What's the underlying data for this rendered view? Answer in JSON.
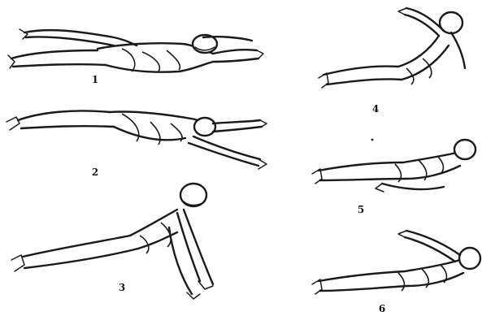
{
  "figures": [
    {
      "id": "1",
      "label": "1"
    },
    {
      "id": "2",
      "label": "2"
    },
    {
      "id": "3",
      "label": "3"
    },
    {
      "id": "4",
      "label": "4"
    },
    {
      "id": "5",
      "label": "5"
    },
    {
      "id": "6",
      "label": "6"
    }
  ]
}
